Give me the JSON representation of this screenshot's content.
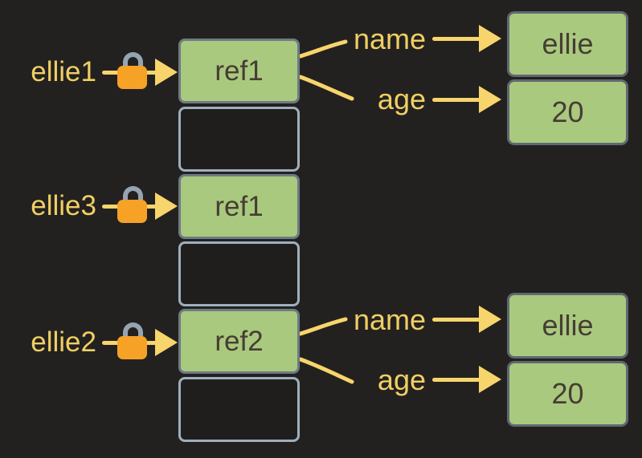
{
  "palette": {
    "background": "#232120",
    "label_yellow": "#f0cf63",
    "arrow_yellow": "#f7d56c",
    "box_green": "#a9c97f",
    "box_text_dark": "#473d33",
    "lock_body_orange": "#f5a226",
    "lock_shackle_gray": "#95a4b3",
    "empty_cell_border": "#9fafbc",
    "filled_cell_border": "#6e7a84",
    "value_box_border": "#5f6871"
  },
  "variables": [
    {
      "name": "ellie1"
    },
    {
      "name": "ellie3"
    },
    {
      "name": "ellie2"
    }
  ],
  "memory_cells": [
    {
      "value": "ref1",
      "filled": true
    },
    {
      "value": "",
      "filled": false
    },
    {
      "value": "ref1",
      "filled": true
    },
    {
      "value": "",
      "filled": false
    },
    {
      "value": "ref2",
      "filled": true
    },
    {
      "value": "",
      "filled": false
    }
  ],
  "objects": [
    {
      "properties": [
        {
          "key": "name",
          "value": "ellie"
        },
        {
          "key": "age",
          "value": "20"
        }
      ]
    },
    {
      "properties": [
        {
          "key": "name",
          "value": "ellie"
        },
        {
          "key": "age",
          "value": "20"
        }
      ]
    }
  ]
}
